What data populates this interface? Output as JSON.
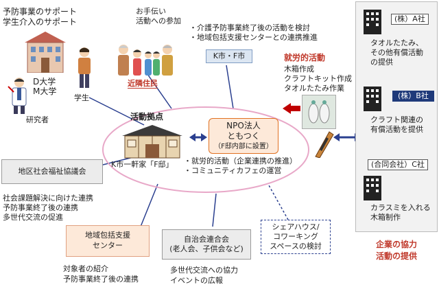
{
  "top_left": {
    "heading_lines": [
      "予防事業のサポート",
      "学生介入のサポート"
    ],
    "university": "D大学\nM大学",
    "student": "学生",
    "researcher": "研究者"
  },
  "neighbors": {
    "help_lines": [
      "お手伝い",
      "活動への参加"
    ],
    "label": "近隣住民"
  },
  "top_center": {
    "bullets": [
      "・介護予防事業終了後の活動を検討",
      "・地域包括支援センターとの連携推進"
    ],
    "city_label": "K市・F市"
  },
  "employment": {
    "title": "就労的活動",
    "items": [
      "木箱作成",
      "クラフトキット作成",
      "タオルたたみ作業"
    ]
  },
  "center": {
    "base_title": "活動拠点",
    "house_caption": "K市一軒家「F邸」",
    "npo_lines": [
      "NPO法人",
      "ともつく",
      "（F邸内部に設置）"
    ],
    "bullets": [
      "・就労的活動（企業連携の推進）",
      "・コミュニティカフェの運営"
    ]
  },
  "welfare": {
    "title": "地区社会福祉協議会",
    "desc": [
      "社会課題解決に向けた連携",
      "予防事業終了後の連携",
      "多世代交流の促進"
    ]
  },
  "comprehensive": {
    "title_lines": [
      "地域包括支援",
      "センター"
    ],
    "desc": [
      "対象者の紹介",
      "予防事業終了後の連携"
    ]
  },
  "council": {
    "title_lines": [
      "自治会連合会",
      "(老人会、子供会など)"
    ],
    "desc": [
      "多世代交流への協力",
      "イベントの広報"
    ]
  },
  "share_house": {
    "lines": [
      "シェアハウス/",
      "コワーキング",
      "スペースの検討"
    ]
  },
  "companies": [
    {
      "name": "(株）A社",
      "desc": [
        "タオルたたみ、",
        "その他有償活動",
        "の提供"
      ]
    },
    {
      "name": "(株）B社",
      "desc": [
        "クラフト関連の",
        "有償活動を提供"
      ]
    },
    {
      "name": "(合同会社）C社",
      "desc": [
        "カラスミを入れる",
        "木箱制作"
      ]
    }
  ],
  "company_footer": [
    "企業の協力",
    "活動の提供"
  ],
  "colors": {
    "ellipse_stroke": "#e8a8c8",
    "npo_fill": "#fde9d9",
    "npo_stroke": "#e07020",
    "arrow_blue": "#2a3f8f",
    "arrow_red": "#c00000",
    "accent_red": "#c0392b",
    "company_panel_bg": "#f2f2f2"
  }
}
